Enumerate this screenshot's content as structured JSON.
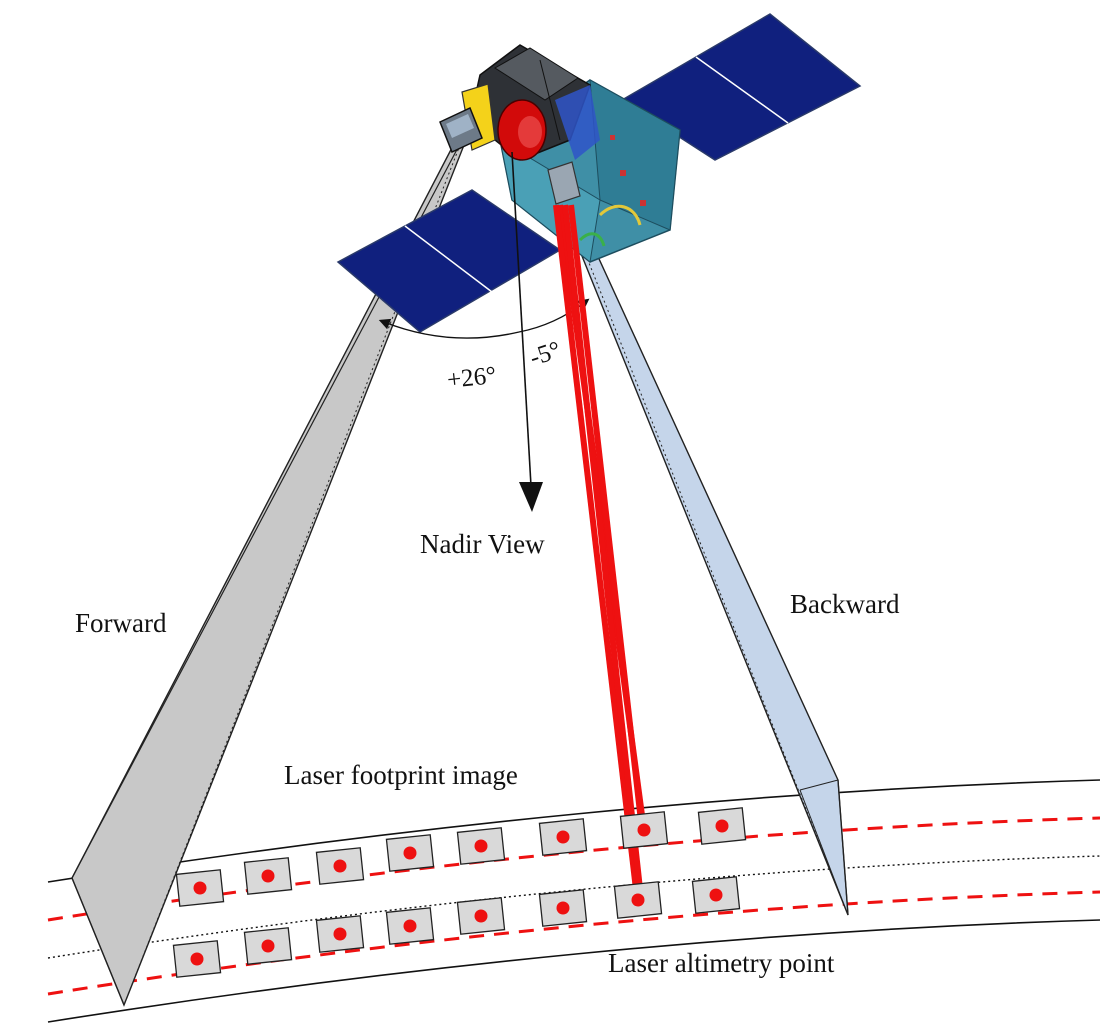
{
  "labels": {
    "forward": "Forward",
    "backward": "Backward",
    "nadir": "Nadir View",
    "angle_forward": "+26°",
    "angle_backward": "-5°",
    "footprint_image": "Laser footprint image",
    "altimetry_point": "Laser altimetry point"
  },
  "colors": {
    "forward_beam": "#c8c8c8",
    "backward_beam": "#c5d5ea",
    "laser": "#ee1111",
    "solar_panel": "#10207e",
    "satellite_body": "#3f8fa6",
    "footprint_box": "#d9d9d9"
  },
  "icons": [
    "satellite-icon",
    "solar-panel-icon",
    "camera-icon"
  ]
}
